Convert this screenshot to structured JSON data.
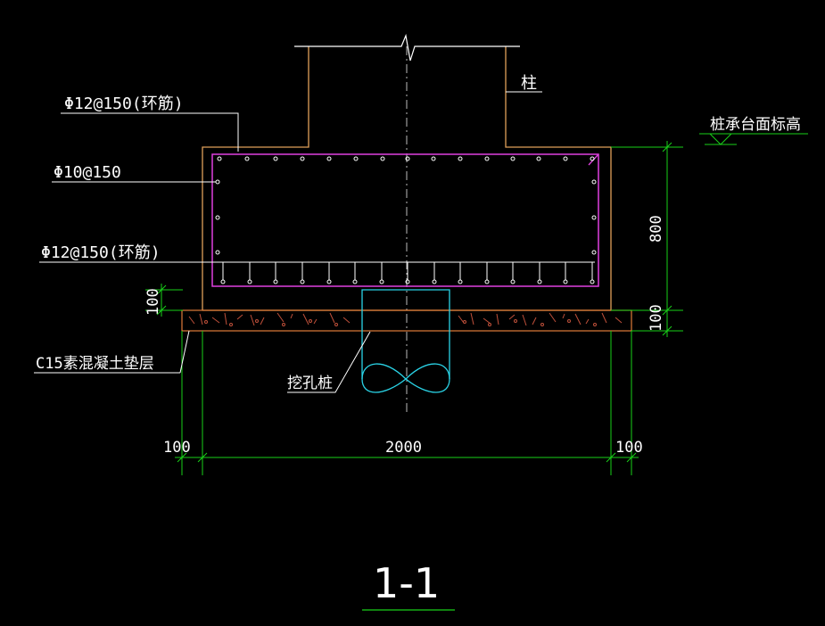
{
  "labels": {
    "column": "柱",
    "cap_top_elevation": "桩承台面标高",
    "rebar_ring_top": "Φ12@150(环筋)",
    "rebar_side": "Φ10@150",
    "rebar_ring_bottom": "Φ12@150(环筋)",
    "cushion": "C15素混凝土垫层",
    "pile": "挖孔桩",
    "section_title": "1-1"
  },
  "dimensions": {
    "cap_height": "800",
    "cushion_thickness_right": "100",
    "cushion_thickness_left": "100",
    "overhang_left": "100",
    "cap_width": "2000",
    "overhang_right": "100"
  },
  "colors": {
    "background": "#000000",
    "cap_outline": "#e07b39",
    "rebar": "#e040e0",
    "dimension": "#19d119",
    "pile": "#2ad3e6",
    "text": "#ffffff",
    "hatch": "#d45c3a"
  }
}
